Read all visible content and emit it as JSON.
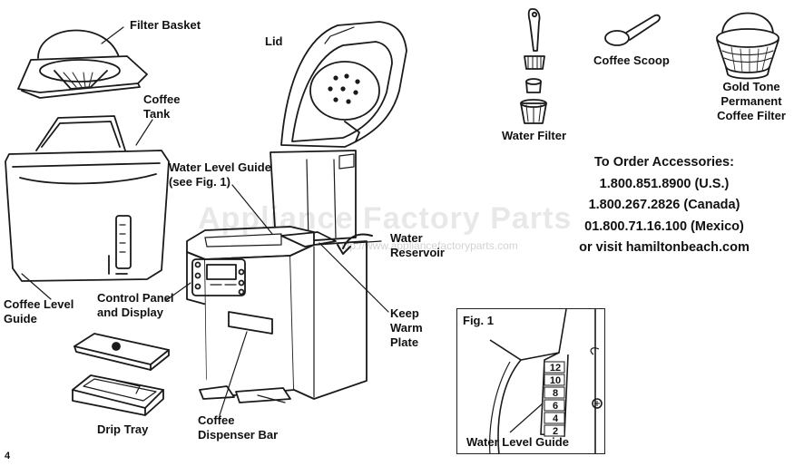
{
  "watermark": {
    "brand": "Appliance Factory Parts",
    "url": "http://www.appliancefactoryparts.com"
  },
  "labels": {
    "filter_basket": "Filter Basket",
    "lid": "Lid",
    "coffee_tank": [
      "Coffee",
      "Tank"
    ],
    "water_level_guide": [
      "Water Level Guide",
      "(see Fig. 1)"
    ],
    "water_reservoir": [
      "Water",
      "Reservoir"
    ],
    "coffee_level_guide": [
      "Coffee Level",
      "Guide"
    ],
    "control_panel": [
      "Control Panel",
      "and Display"
    ],
    "keep_warm_plate": [
      "Keep",
      "Warm",
      "Plate"
    ],
    "drip_tray": "Drip Tray",
    "coffee_dispenser_bar": [
      "Coffee",
      "Dispenser Bar"
    ],
    "water_filter": "Water Filter",
    "coffee_scoop": "Coffee Scoop",
    "gold_tone_filter": [
      "Gold Tone",
      "Permanent",
      "Coffee Filter"
    ]
  },
  "order": {
    "heading": "To Order Accessories:",
    "lines": [
      "1.800.851.8900 (U.S.)",
      "1.800.267.2826 (Canada)",
      "01.800.71.16.100 (Mexico)",
      "or visit hamiltonbeach.com"
    ]
  },
  "figure": {
    "title": "Fig. 1",
    "caption": "Water Level Guide",
    "scale_marks": [
      "12",
      "10",
      "8",
      "6",
      "4",
      "2"
    ]
  },
  "page_number": "4"
}
